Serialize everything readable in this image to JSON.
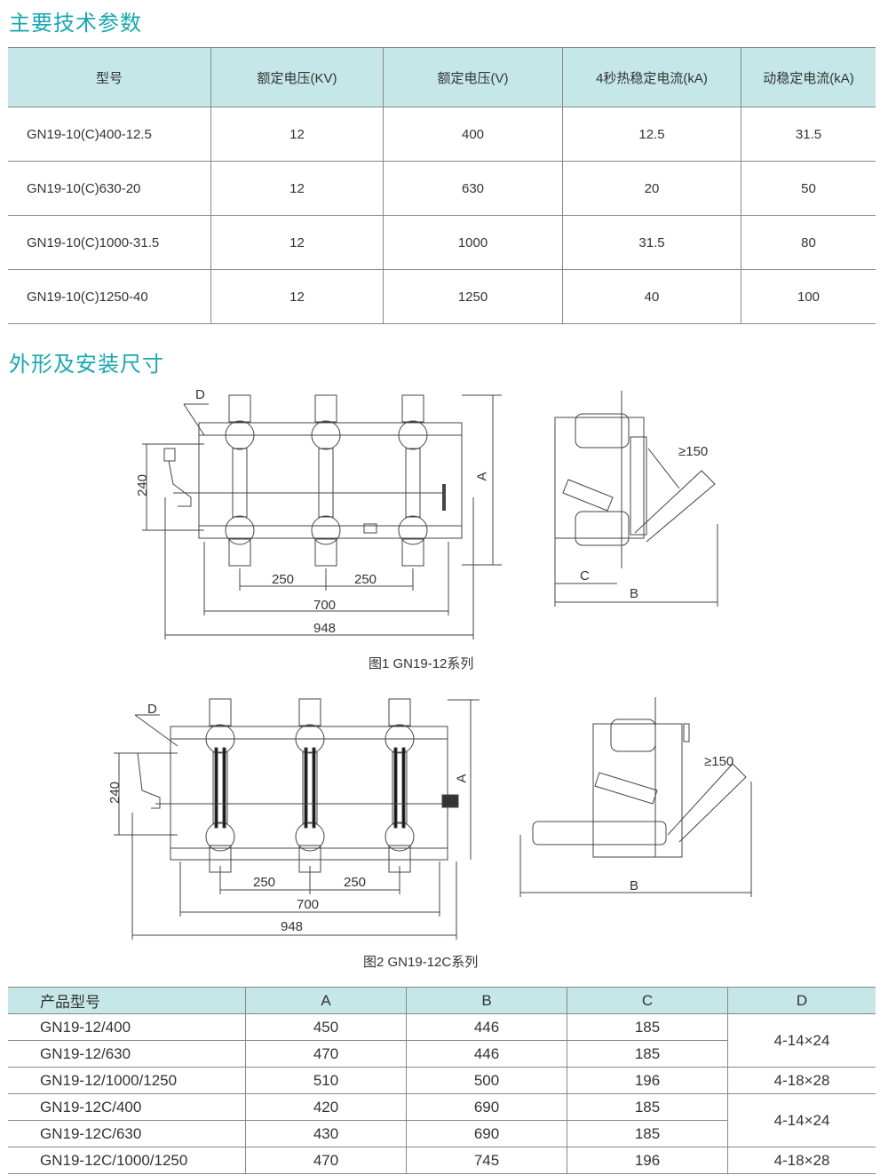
{
  "section1_title": "主要技术参数",
  "spec_table": {
    "headers": [
      "型号",
      "额定电压(KV)",
      "额定电压(V)",
      "4秒热稳定电流(kA)",
      "动稳定电流(kA)"
    ],
    "rows": [
      [
        "GN19-10(C)400-12.5",
        "12",
        "400",
        "12.5",
        "31.5"
      ],
      [
        "GN19-10(C)630-20",
        "12",
        "630",
        "20",
        "50"
      ],
      [
        "GN19-10(C)1000-31.5",
        "12",
        "1000",
        "31.5",
        "80"
      ],
      [
        "GN19-10(C)1250-40",
        "12",
        "1250",
        "40",
        "100"
      ]
    ]
  },
  "section2_title": "外形及安装尺寸",
  "figure1": {
    "caption": "图1 GN19-12系列",
    "dims": {
      "d": "D",
      "h240": "240",
      "a": "A",
      "w250a": "250",
      "w250b": "250",
      "w700": "700",
      "w948": "948",
      "angle": "≥150",
      "c": "C",
      "b": "B"
    }
  },
  "figure2": {
    "caption": "图2 GN19-12C系列",
    "dims": {
      "d": "D",
      "h240": "240",
      "a": "A",
      "w250a": "250",
      "w250b": "250",
      "w700": "700",
      "w948": "948",
      "angle": "≥150",
      "b": "B"
    }
  },
  "dim_table": {
    "headers": [
      "产品型号",
      "A",
      "B",
      "C",
      "D"
    ],
    "rows": [
      [
        "GN19-12/400",
        "450",
        "446",
        "185"
      ],
      [
        "GN19-12/630",
        "470",
        "446",
        "185"
      ],
      [
        "GN19-12/1000/1250",
        "510",
        "500",
        "196"
      ],
      [
        "GN19-12C/400",
        "420",
        "690",
        "185"
      ],
      [
        "GN19-12C/630",
        "430",
        "690",
        "185"
      ],
      [
        "GN19-12C/1000/1250",
        "470",
        "745",
        "196"
      ]
    ],
    "d_values": [
      "4-14×24",
      "4-18×28",
      "4-14×24",
      "4-18×28"
    ]
  }
}
